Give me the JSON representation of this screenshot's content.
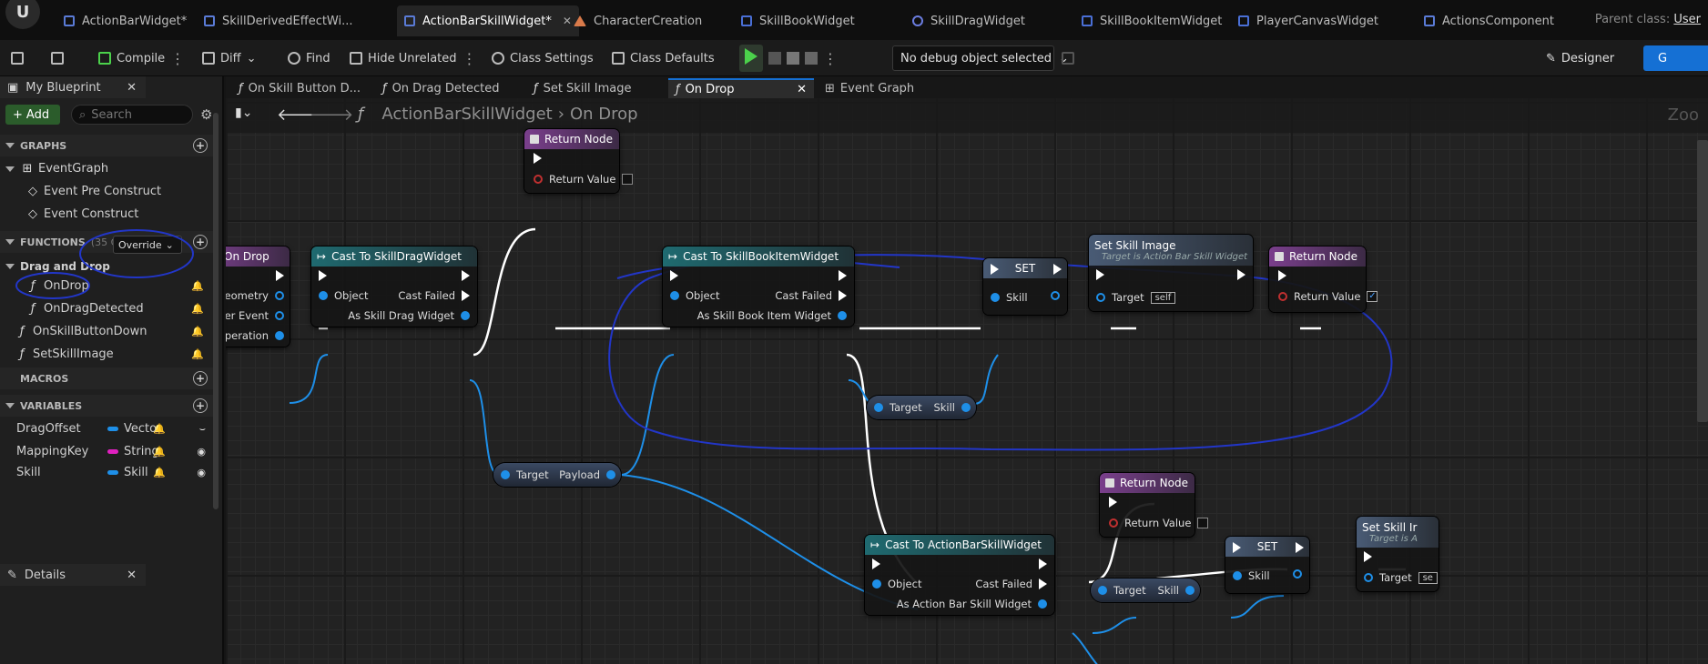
{
  "tabs": [
    {
      "label": "ActionBarWidget*",
      "icon": "widget-blueprint-icon"
    },
    {
      "label": "SkillDerivedEffectWi...",
      "icon": "widget-blueprint-icon"
    },
    {
      "label": "ActionBarSkillWidget*",
      "icon": "widget-blueprint-icon",
      "active": true
    },
    {
      "label": "CharacterCreation",
      "icon": "level-icon"
    },
    {
      "label": "SkillBookWidget",
      "icon": "widget-blueprint-icon"
    },
    {
      "label": "SkillDragWidget",
      "icon": "drag-operation-icon"
    },
    {
      "label": "SkillBookItemWidget",
      "icon": "widget-blueprint-icon"
    },
    {
      "label": "PlayerCanvasWidget",
      "icon": "widget-blueprint-icon"
    },
    {
      "label": "ActionsComponent",
      "icon": "component-icon"
    }
  ],
  "parent_class": {
    "label": "Parent class:",
    "value": "User"
  },
  "toolbar": {
    "compile": "Compile",
    "diff": "Diff",
    "find": "Find",
    "hide_unrelated": "Hide Unrelated",
    "class_settings": "Class Settings",
    "class_defaults": "Class Defaults",
    "debug_object": "No debug object selected",
    "designer": "Designer",
    "graph": "G"
  },
  "my_blueprint": {
    "title": "My Blueprint",
    "add": "Add",
    "search_placeholder": "Search",
    "sections": {
      "graphs": "GRAPHS",
      "functions": "FUNCTIONS",
      "functions_count": "(35 OV",
      "macros": "MACROS",
      "variables": "VARIABLES"
    },
    "override_label": "Override",
    "graphs": [
      {
        "label": "EventGraph"
      },
      {
        "label": "Event Pre Construct"
      },
      {
        "label": "Event Construct"
      }
    ],
    "category": "Drag and Drop",
    "functions": [
      {
        "label": "OnDrop"
      },
      {
        "label": "OnDragDetected"
      },
      {
        "label": "OnSkillButtonDown"
      },
      {
        "label": "SetSkillImage"
      }
    ],
    "variables": [
      {
        "name": "DragOffset",
        "type": "Vector",
        "color": "#f0c020"
      },
      {
        "name": "MappingKey",
        "type": "String",
        "color": "#e020c0"
      },
      {
        "name": "Skill",
        "type": "Skill",
        "color": "#1e8fe8"
      }
    ]
  },
  "details": {
    "title": "Details"
  },
  "graph_tabs": [
    {
      "label": "On Skill Button D..."
    },
    {
      "label": "On Drag Detected"
    },
    {
      "label": "Set Skill Image"
    },
    {
      "label": "On Drop",
      "active": true
    },
    {
      "label": "Event Graph"
    }
  ],
  "breadcrumb": {
    "root": "ActionBarSkillWidget",
    "current": "On Drop"
  },
  "zoom": "Zoo",
  "nodes": {
    "return_top": {
      "title": "Return Node",
      "pin": "Return Value"
    },
    "on_drop": {
      "title": "On Drop",
      "pins": [
        "My Geometry",
        "Pointer Event",
        "Operation"
      ]
    },
    "cast_drag": {
      "title": "Cast To SkillDragWidget",
      "object": "Object",
      "failed": "Cast Failed",
      "as": "As Skill Drag Widget"
    },
    "payload": {
      "target": "Target",
      "payload": "Payload"
    },
    "cast_book": {
      "title": "Cast To SkillBookItemWidget",
      "object": "Object",
      "failed": "Cast Failed",
      "as": "As Skill Book Item Widget"
    },
    "book_skill": {
      "target": "Target",
      "skill": "Skill"
    },
    "set1": {
      "title": "SET",
      "pin": "Skill"
    },
    "set_image": {
      "title": "Set Skill Image",
      "subtitle": "Target is Action Bar Skill Widget",
      "target": "Target",
      "self": "self"
    },
    "return_right": {
      "title": "Return Node",
      "pin": "Return Value"
    },
    "return_mid": {
      "title": "Return Node",
      "pin": "Return Value"
    },
    "cast_actionbar": {
      "title": "Cast To ActionBarSkillWidget",
      "object": "Object",
      "failed": "Cast Failed",
      "as": "As Action Bar Skill Widget"
    },
    "bar_skill": {
      "target": "Target",
      "skill": "Skill"
    },
    "set2": {
      "title": "SET",
      "pin": "Skill"
    },
    "set_image2": {
      "title": "Set Skill Ir",
      "subtitle": "Target is A",
      "target": "Target",
      "self": "se"
    }
  }
}
